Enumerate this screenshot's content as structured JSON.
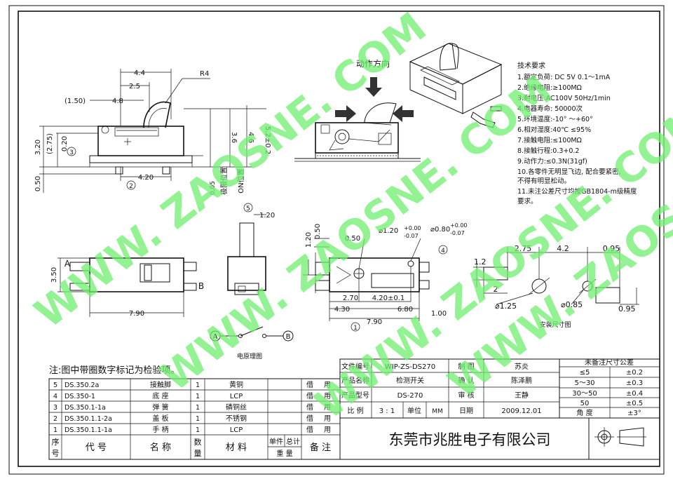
{
  "drawing": {
    "action_direction": "动作方向",
    "dims": {
      "d_4_4": "4.4",
      "d_2_5": "2.5",
      "d_r4": "R4",
      "d_1_50": "(1.50)",
      "d_0_20": "0.20",
      "d_2_75": "(2.75)",
      "d_3_20": "3.20",
      "d_3_6": "3.6",
      "d_4_6": "4.6",
      "d_5_2": "5.2±0.2",
      "d_4_20": "4.20",
      "d_0_50": "0.50",
      "d_0_05": "0.05",
      "lbl_limit_pos": "极限位置",
      "lbl_on_pos": "ON位置",
      "d_1_20": "1.20",
      "d_3_50": "3.50",
      "d_7_90": "7.90",
      "d_1_20b": "1.20",
      "d_0_50b": "0.50",
      "d_0_50c": "0.50",
      "d_hole1": "⌀1.20",
      "d_hole1_tol": "+0.00\n-0.07",
      "d_hole2": "⌀0.80",
      "d_2_70": "2.70",
      "d_4_20b": "4.20±0.1",
      "d_4_30": "4.30",
      "d_6_80": "6.80",
      "d_1_00": "1.00",
      "d_7_90b": "7.90",
      "d_2_75b": "2.75",
      "d_4_2": "4.2",
      "d_0_95": "0.95",
      "d_1_2": "1.2",
      "d_2": "2",
      "d_1_25": "⌀1.25",
      "d_0_85": "⌀0.85",
      "d_0_95b": "0.95",
      "lbl_a": "A",
      "lbl_b": "B",
      "c1": "1",
      "c2": "2",
      "c3": "3",
      "c4": "4",
      "c5": "5"
    },
    "mount_caption": "安装尺寸图",
    "schematic_caption": "电原理图"
  },
  "tech": {
    "title": "技术要求",
    "items": [
      "1.额定负荷: DC 5V  0.1～1mA",
      "2.绝缘电阻:≥100MΩ",
      "3.耐电压:AC100V 50Hz/1min",
      "4.电器寿命: 50000次",
      "5.环境温度:-10° ～+60°",
      "6.相对湿度:40℃  ≤95%",
      "7.接触电阻:≤100MΩ",
      "8.接触行程:0.3+0.2",
      "9.动作力:≤0.3N(31gf)",
      "10.各零件无明显飞边, 配合要紧密,",
      "    不得有明显松动。",
      "11.未注公差尺寸均按GB1804-m级精度",
      "    要求。"
    ]
  },
  "note": "注:图中带圈数字标记为检验项。",
  "bom": {
    "rows": [
      {
        "no": "5",
        "code": "DS.350.2a",
        "name": "接触脚",
        "qty": "1",
        "mat": "黄铜",
        "ref": "借",
        "use": "用"
      },
      {
        "no": "4",
        "code": "DS.350-1",
        "name": "底  座",
        "qty": "1",
        "mat": "LCP",
        "ref": "借",
        "use": "用"
      },
      {
        "no": "3",
        "code": "DS.350.1-1a",
        "name": "弹  簧",
        "qty": "1",
        "mat": "磷铜丝",
        "ref": "借",
        "use": "用"
      },
      {
        "no": "2",
        "code": "DS.350.1.1-2a",
        "name": "盖  板",
        "qty": "1",
        "mat": "不锈钢",
        "ref": "借",
        "use": "用"
      },
      {
        "no": "1",
        "code": "DS.350.1.1-1a",
        "name": "手  柄",
        "qty": "1",
        "mat": "LCP",
        "ref": "借",
        "use": "用"
      }
    ],
    "header": {
      "no": "序\n号",
      "code": "代   号",
      "name": "名   称",
      "qty": "数\n量",
      "mat": "材   料",
      "unit": "单件",
      "total": "总计",
      "weight": "重   量",
      "remark": "备   注"
    }
  },
  "title_block": {
    "file_no_label": "文件编号",
    "file_no": "WIP-ZS-DS270",
    "drawn_label": "制  图",
    "drawn": "苏炎",
    "product_name_label": "产品名称",
    "product_name": "检测开关",
    "confirm_label": "确  认",
    "confirm": "陈泽鹏",
    "model_label": "产品型号",
    "model": "DS-270",
    "review_label": "审  核",
    "review": "王静",
    "scale_label": "比  例",
    "scale": "3 : 1",
    "unit_label": "单位",
    "unit": "MM",
    "date_label": "日期",
    "date": "2009.12.01",
    "company": "东莞市兆胜电子有限公司"
  },
  "tolerance": {
    "title": "未备注尺寸公差",
    "rows": [
      {
        "range": "≤5",
        "tol": "±0.2"
      },
      {
        "range": "5～30",
        "tol": "±0.3"
      },
      {
        "range": "30～50",
        "tol": "±0.4"
      },
      {
        "range": "50",
        "tol": "±0.5"
      },
      {
        "range": "角  度",
        "tol": "±3°"
      }
    ]
  },
  "watermarks": [
    "WWW. ZAOSNE. COM",
    "WWW. ZAOSNE. COM",
    "WWW. ZAOSNE. COM",
    "WWW. ZAOSNE. COM"
  ]
}
